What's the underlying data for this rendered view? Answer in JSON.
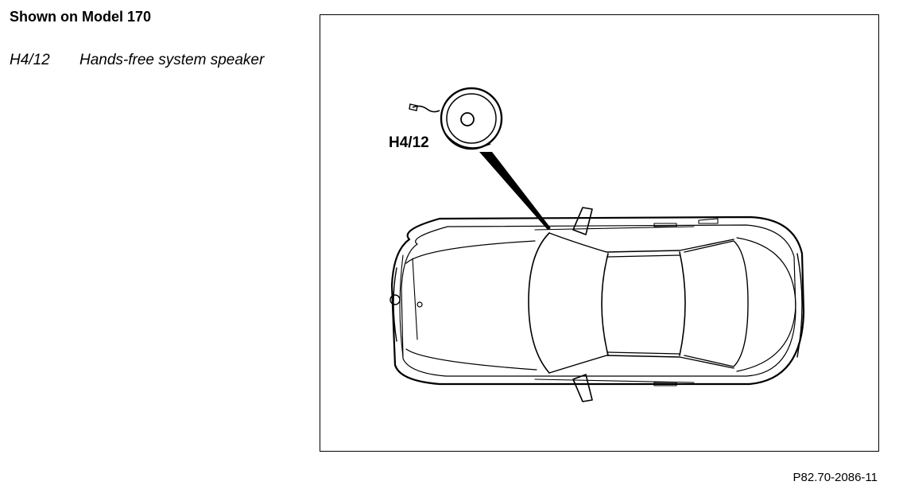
{
  "heading": "Shown on Model 170",
  "legend": [
    {
      "code": "H4/12",
      "description": "Hands-free system speaker"
    }
  ],
  "diagram": {
    "callout_label": "H4/12"
  },
  "figure_ref": "P82.70-2086-11",
  "colors": {
    "ink": "#000000",
    "paper": "#ffffff"
  }
}
